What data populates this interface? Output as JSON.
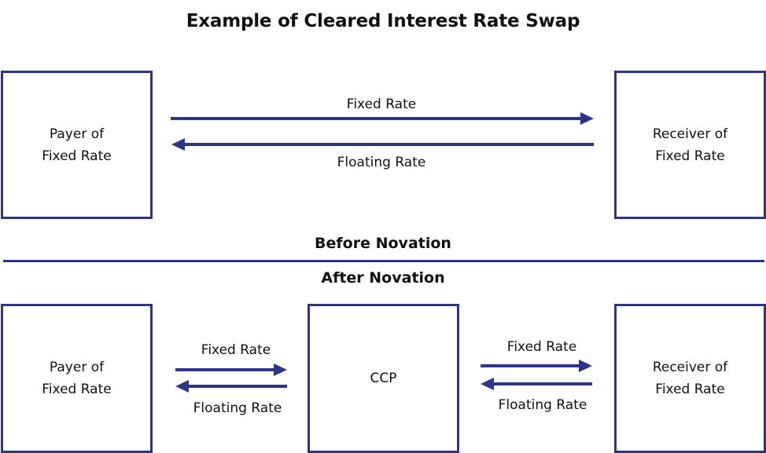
{
  "title": "Example of Cleared Interest Rate Swap",
  "colors": {
    "accent": "#2e3589",
    "text": "#111111",
    "background": "#ffffff"
  },
  "before": {
    "payer_label": "Payer of\nFixed Rate",
    "receiver_label": "Receiver of\nFixed Rate",
    "fixed_label": "Fixed Rate",
    "floating_label": "Floating Rate"
  },
  "divider": {
    "before_label": "Before Novation",
    "after_label": "After Novation"
  },
  "after": {
    "payer_label": "Payer of\nFixed Rate",
    "ccp_label": "CCP",
    "receiver_label": "Receiver of\nFixed Rate",
    "left_fixed_label": "Fixed Rate",
    "left_floating_label": "Floating Rate",
    "right_fixed_label": "Fixed Rate",
    "right_floating_label": "Floating Rate"
  }
}
